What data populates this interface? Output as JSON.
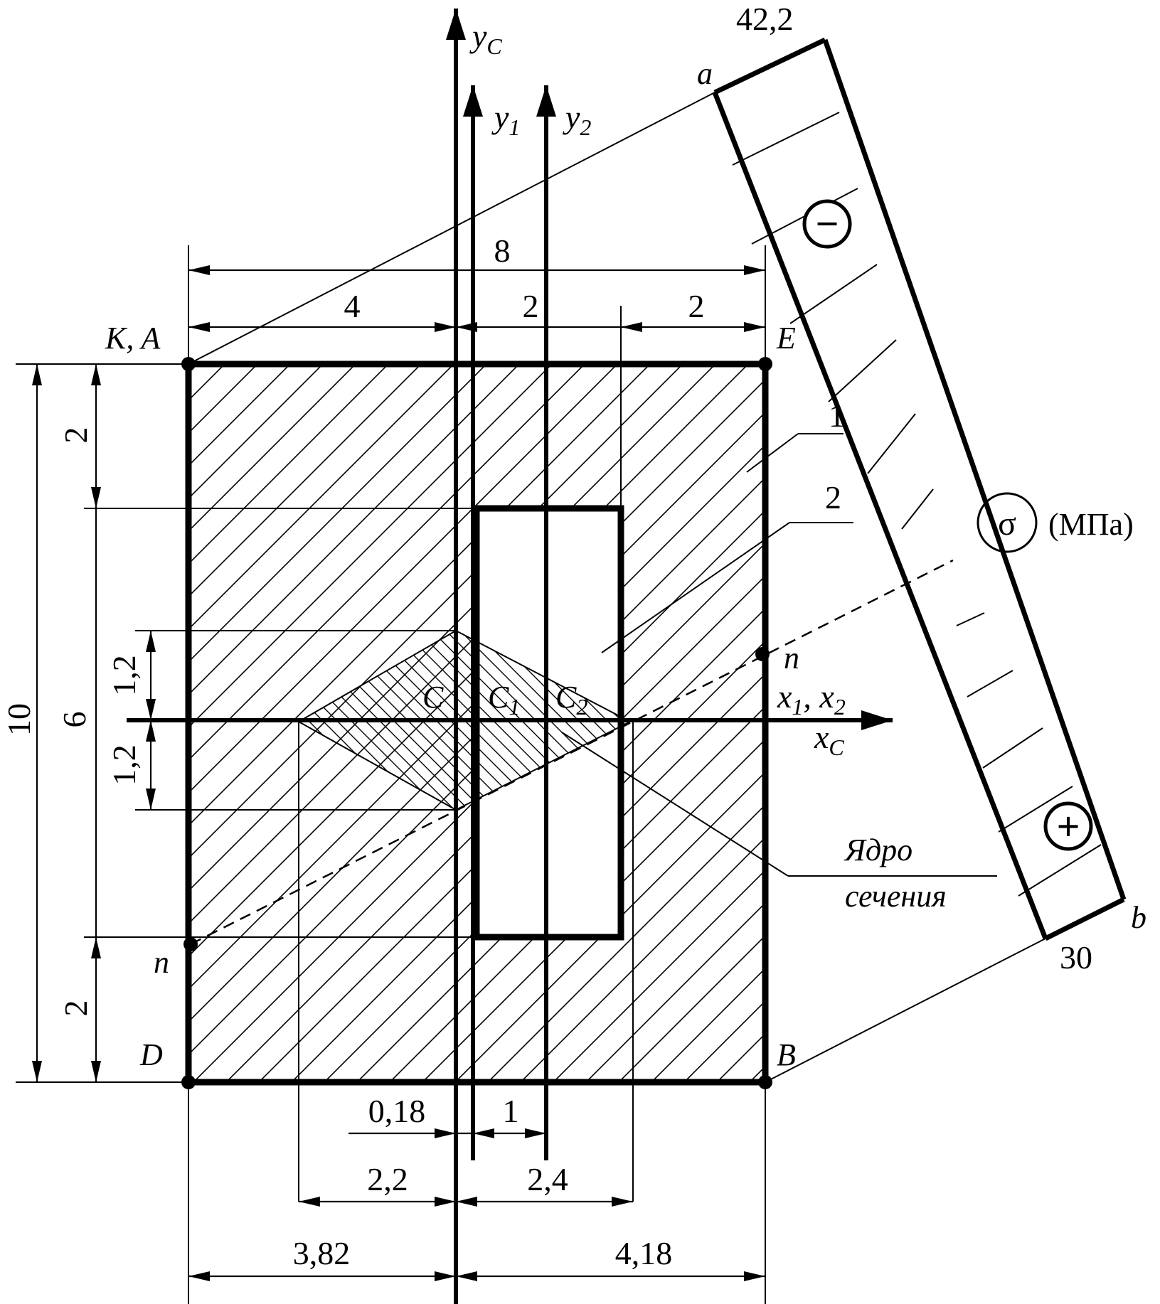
{
  "labels": {
    "y_c": "y",
    "y_c_sub": "C",
    "y_1": "y",
    "y_1_sub": "1",
    "y_2": "y",
    "y_2_sub": "2",
    "x_c": "x",
    "x_c_sub": "C",
    "x_12_a": "x",
    "x_12_a_sub": "1",
    "x_12_sep": ", ",
    "x_12_b": "x",
    "x_12_b_sub": "2",
    "c": "C",
    "c1": "C",
    "c1_sub": "1",
    "c2": "C",
    "c2_sub": "2",
    "point_ka": "K, A",
    "point_e": "E",
    "point_d": "D",
    "point_b": "B",
    "point_a": "a",
    "point_b_small": "b",
    "point_n_right": "n",
    "point_n_left": "n",
    "part_1": "1",
    "part_2": "2",
    "sigma": "σ",
    "sigma_unit": "(МПа)",
    "core_line1": "Ядро",
    "core_line2": "сечения",
    "minus_sign": "−",
    "plus_sign": "+"
  },
  "stress_values": {
    "top": "42,2",
    "bottom": "30"
  },
  "dimensions": {
    "top_total": "8",
    "top_left": "4",
    "top_mid": "2",
    "top_right": "2",
    "left_total": "10",
    "left_inner": "6",
    "left_top": "2",
    "left_bottom": "2",
    "core_up": "1,2",
    "core_down": "1,2",
    "offset_c1": "0,18",
    "offset_c2": "1",
    "core_left": "2,2",
    "core_right": "2,4",
    "bottom_left": "3,82",
    "bottom_right": "4,18"
  }
}
